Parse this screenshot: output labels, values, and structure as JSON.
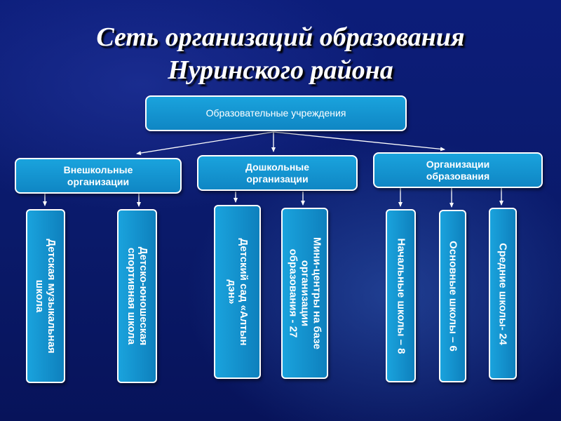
{
  "title": {
    "line1": "Сеть организаций образования",
    "line2": "Нуринского района"
  },
  "root": {
    "label": "Образовательные учреждения"
  },
  "categories": [
    {
      "line1": "Внешкольные",
      "line2": "организации",
      "children": [
        {
          "lines": [
            "Детская музыкальная",
            "школа"
          ]
        },
        {
          "lines": [
            "Детско-юношеская",
            "спортивная  школа"
          ]
        }
      ]
    },
    {
      "line1": "Дошкольные",
      "line2": "организации",
      "children": [
        {
          "lines": [
            "Детский сад «Алтын",
            "дэн»"
          ]
        },
        {
          "lines": [
            "Мини-центры  на базе",
            "организации",
            "образования - 27"
          ]
        }
      ]
    },
    {
      "line1": "Организации",
      "line2": "образования",
      "children": [
        {
          "lines": [
            "Начальные школы – 8"
          ]
        },
        {
          "lines": [
            "Основные школы – 6"
          ]
        },
        {
          "lines": [
            "Средние школы- 24"
          ]
        }
      ]
    }
  ],
  "colors": {
    "background": "#0a1a6e",
    "box_fill": "#1aa3dd",
    "box_border": "#ffffff",
    "text": "#ffffff"
  }
}
